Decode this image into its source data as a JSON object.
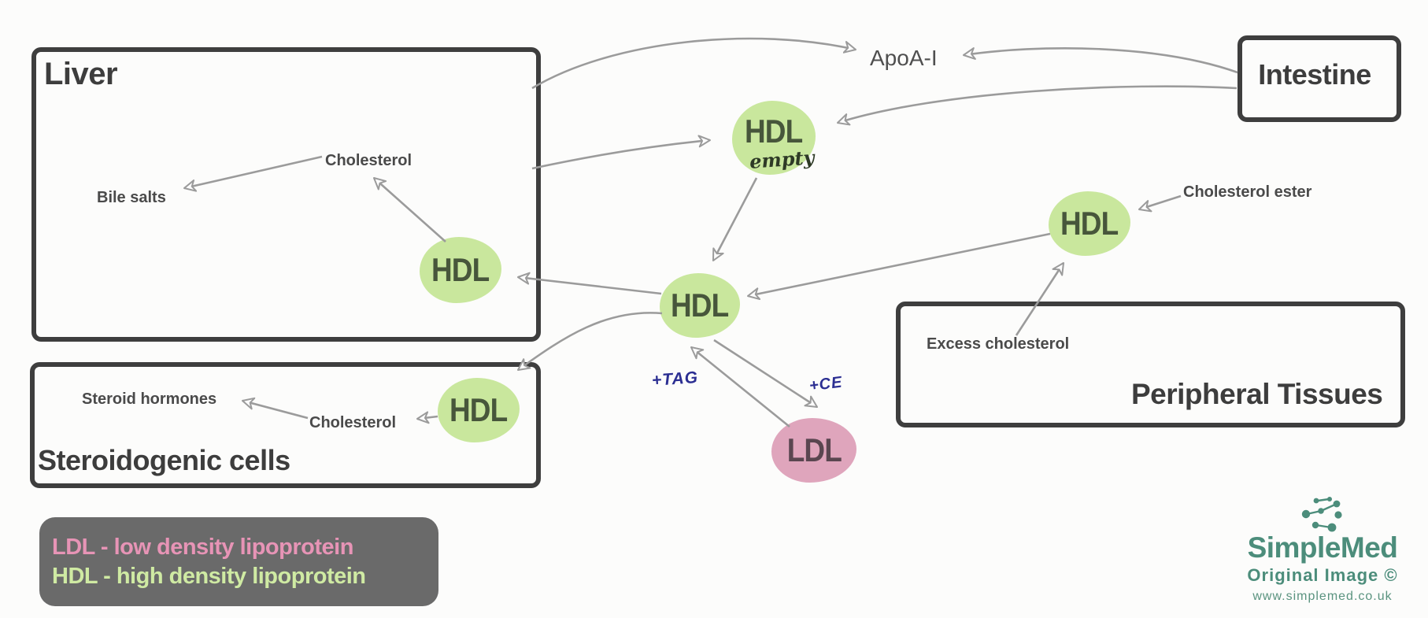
{
  "boxes": {
    "liver": {
      "title": "Liver"
    },
    "intestine": {
      "title": "Intestine"
    },
    "steroidogenic": {
      "title": "Steroidogenic cells"
    },
    "peripheral": {
      "title": "Peripheral Tissues"
    }
  },
  "nodes": {
    "hdl_liver": {
      "label": "HDL"
    },
    "hdl_empty": {
      "label": "HDL",
      "sublabel": "empty"
    },
    "hdl_central": {
      "label": "HDL"
    },
    "hdl_right": {
      "label": "HDL"
    },
    "hdl_steroid": {
      "label": "HDL"
    },
    "ldl": {
      "label": "LDL"
    }
  },
  "labels": {
    "bile_salts": "Bile salts",
    "cholesterol_liver": "Cholesterol",
    "steroid_hormones": "Steroid hormones",
    "cholesterol_steroid": "Cholesterol",
    "excess_cholesterol": "Excess cholesterol",
    "cholesterol_ester": "Cholesterol ester",
    "apoa1": "ApoA-I",
    "plus_tag": "+TAG",
    "plus_ce": "+CE"
  },
  "legend": {
    "ldl_line": "LDL - low density lipoprotein",
    "hdl_line": "HDL - high density lipoprotein"
  },
  "watermark": {
    "brand": "SimpleMed",
    "line2": "Original Image ©",
    "line3": "www.simplemed.co.uk"
  },
  "colors": {
    "arrow_gray": "#9b9b9b",
    "border_dark": "#3e3e3e",
    "title_dark": "#3d3d3d",
    "label_gray": "#4a4a4a",
    "hdl_fill": "#c9e79d",
    "hdl_text": "#47563b",
    "ldl_fill": "#dfa5bc",
    "ldl_text": "#5a4650",
    "legend_bg": "#6a6a6a",
    "legend_ldl_pink": "#e794b6",
    "legend_hdl_green": "#cfeaa3",
    "annotation_navy": "#2b2e92",
    "brand_teal": "#4c8d7b",
    "url_teal": "#5a937f"
  }
}
